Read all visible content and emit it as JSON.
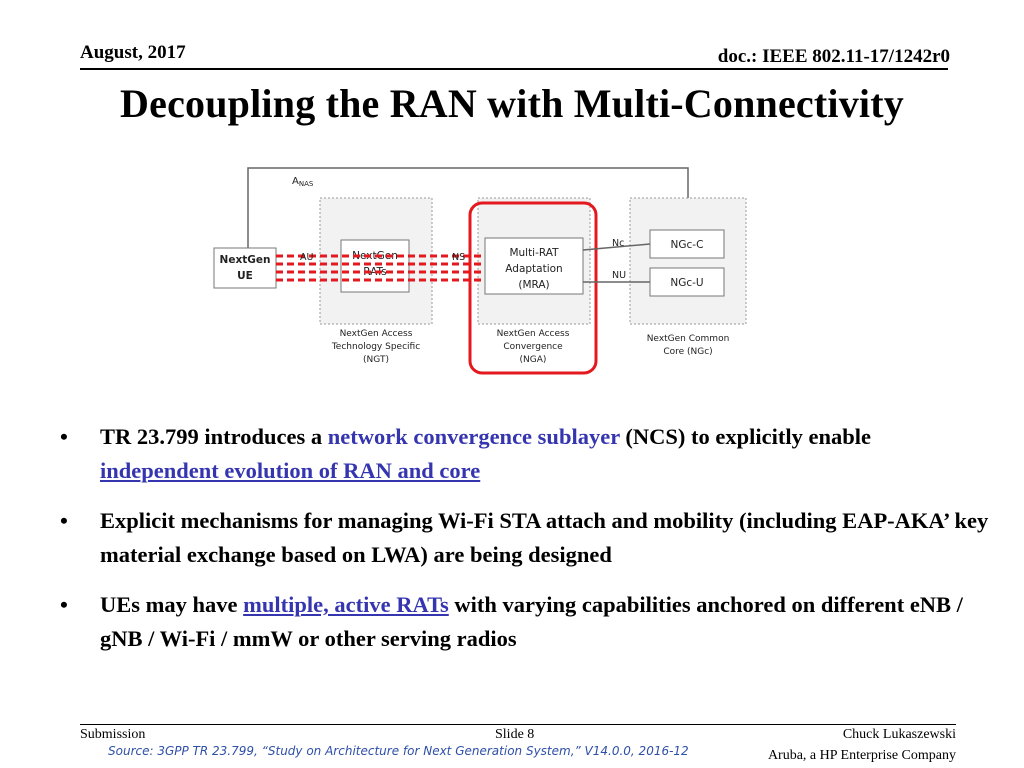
{
  "header": {
    "date": "August, 2017",
    "doc": "doc.: IEEE 802.11-17/1242r0"
  },
  "title": "Decoupling the RAN with Multi-Connectivity",
  "diagram": {
    "a_nas": "ANAS",
    "ue_line1": "NextGen",
    "ue_line2": "UE",
    "au": "AU",
    "rats_line1": "NextGen",
    "rats_line2": "RATs",
    "ns": "NS",
    "mra_line1": "Multi-RAT",
    "mra_line2": "Adaptation",
    "mra_line3": "(MRA)",
    "nc": "Nc",
    "nu": "NU",
    "ngc_c": "NGc-C",
    "ngc_u": "NGc-U",
    "cap_t_1": "NextGen Access",
    "cap_t_2": "Technology Specific",
    "cap_t_3": "(NGT)",
    "cap_a_1": "NextGen Access",
    "cap_a_2": "Convergence",
    "cap_a_3": "(NGA)",
    "cap_c_1": "NextGen Common",
    "cap_c_2": "Core (NGc)",
    "highlight_color": "#e3191f"
  },
  "bullets": {
    "b1_pre": "TR 23.799 introduces a ",
    "b1_hl": "network convergence sublayer",
    "b1_mid": " (NCS) to explicitly enable ",
    "b1_link": "independent evolution of RAN and core",
    "b2": "Explicit mechanisms for managing Wi-Fi STA attach and mobility (including EAP-AKA’ key material exchange based on LWA) are being designed",
    "b3_pre": "UEs may have ",
    "b3_link": "multiple, active RATs",
    "b3_post": " with varying capabilities anchored on different eNB / gNB / Wi-Fi / mmW or other serving radios",
    "bullet_char": "•"
  },
  "footer": {
    "submission": "Submission",
    "slide": "Slide 8",
    "author": "Chuck Lukaszewski",
    "source": "Source: 3GPP TR 23.799, “Study on Architecture for Next Generation System,” V14.0.0, 2016-12",
    "company": "Aruba, a HP Enterprise Company"
  }
}
